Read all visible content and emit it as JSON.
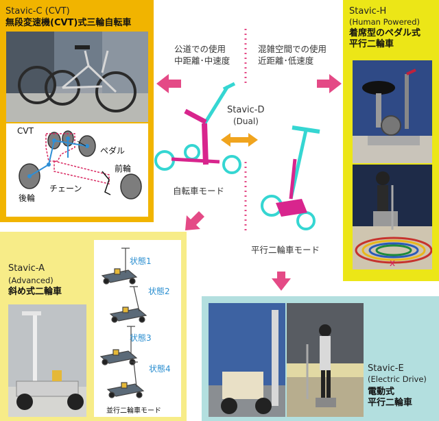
{
  "stavic_c": {
    "title_line1": "Stavic-C (CVT)",
    "title_line2": "無段変速機(CVT)式三輪自転車",
    "diagram_labels": {
      "cvt": "CVT",
      "pedal": "ペダル",
      "front_wheel": "前輪",
      "chain": "チェーン",
      "rear_wheel": "後輪"
    }
  },
  "stavic_h": {
    "title_line1": "Stavic-H",
    "title_line2": "(Human Powered)",
    "title_line3": "着席型のペダル式",
    "title_line4": "平行二輪車"
  },
  "stavic_d": {
    "name": "Stavic-D",
    "sub": "(Dual)",
    "left_usage_line1": "公道での使用",
    "left_usage_line2": "中距離･中速度",
    "right_usage_line1": "混雑空間での使用",
    "right_usage_line2": "近距離･低速度",
    "bicycle_mode": "自転車モード",
    "parallel_mode": "平行二輪車モード"
  },
  "stavic_a": {
    "title_line1": "Stavic-A",
    "title_line2": "(Advanced)",
    "title_line3": "斜め式二輪車",
    "states": [
      "状態1",
      "状態2",
      "状態3",
      "状態4"
    ],
    "states_caption": "並行二輪車モード"
  },
  "stavic_e": {
    "title_line1": "Stavic-E",
    "title_line2": "(Electric Drive)",
    "title_line3": "電動式",
    "title_line4": "平行二輪車"
  },
  "colors": {
    "panel_c": "#f1b400",
    "panel_h": "#ece617",
    "panel_a": "#f7ec88",
    "panel_e": "#b3dfdf",
    "arrow_pink": "#e44a86",
    "arrow_orange": "#f0a41e",
    "vehicle_cyan": "#35d6d2",
    "vehicle_magenta": "#d8258d",
    "state_blue": "#2a8ed0"
  }
}
